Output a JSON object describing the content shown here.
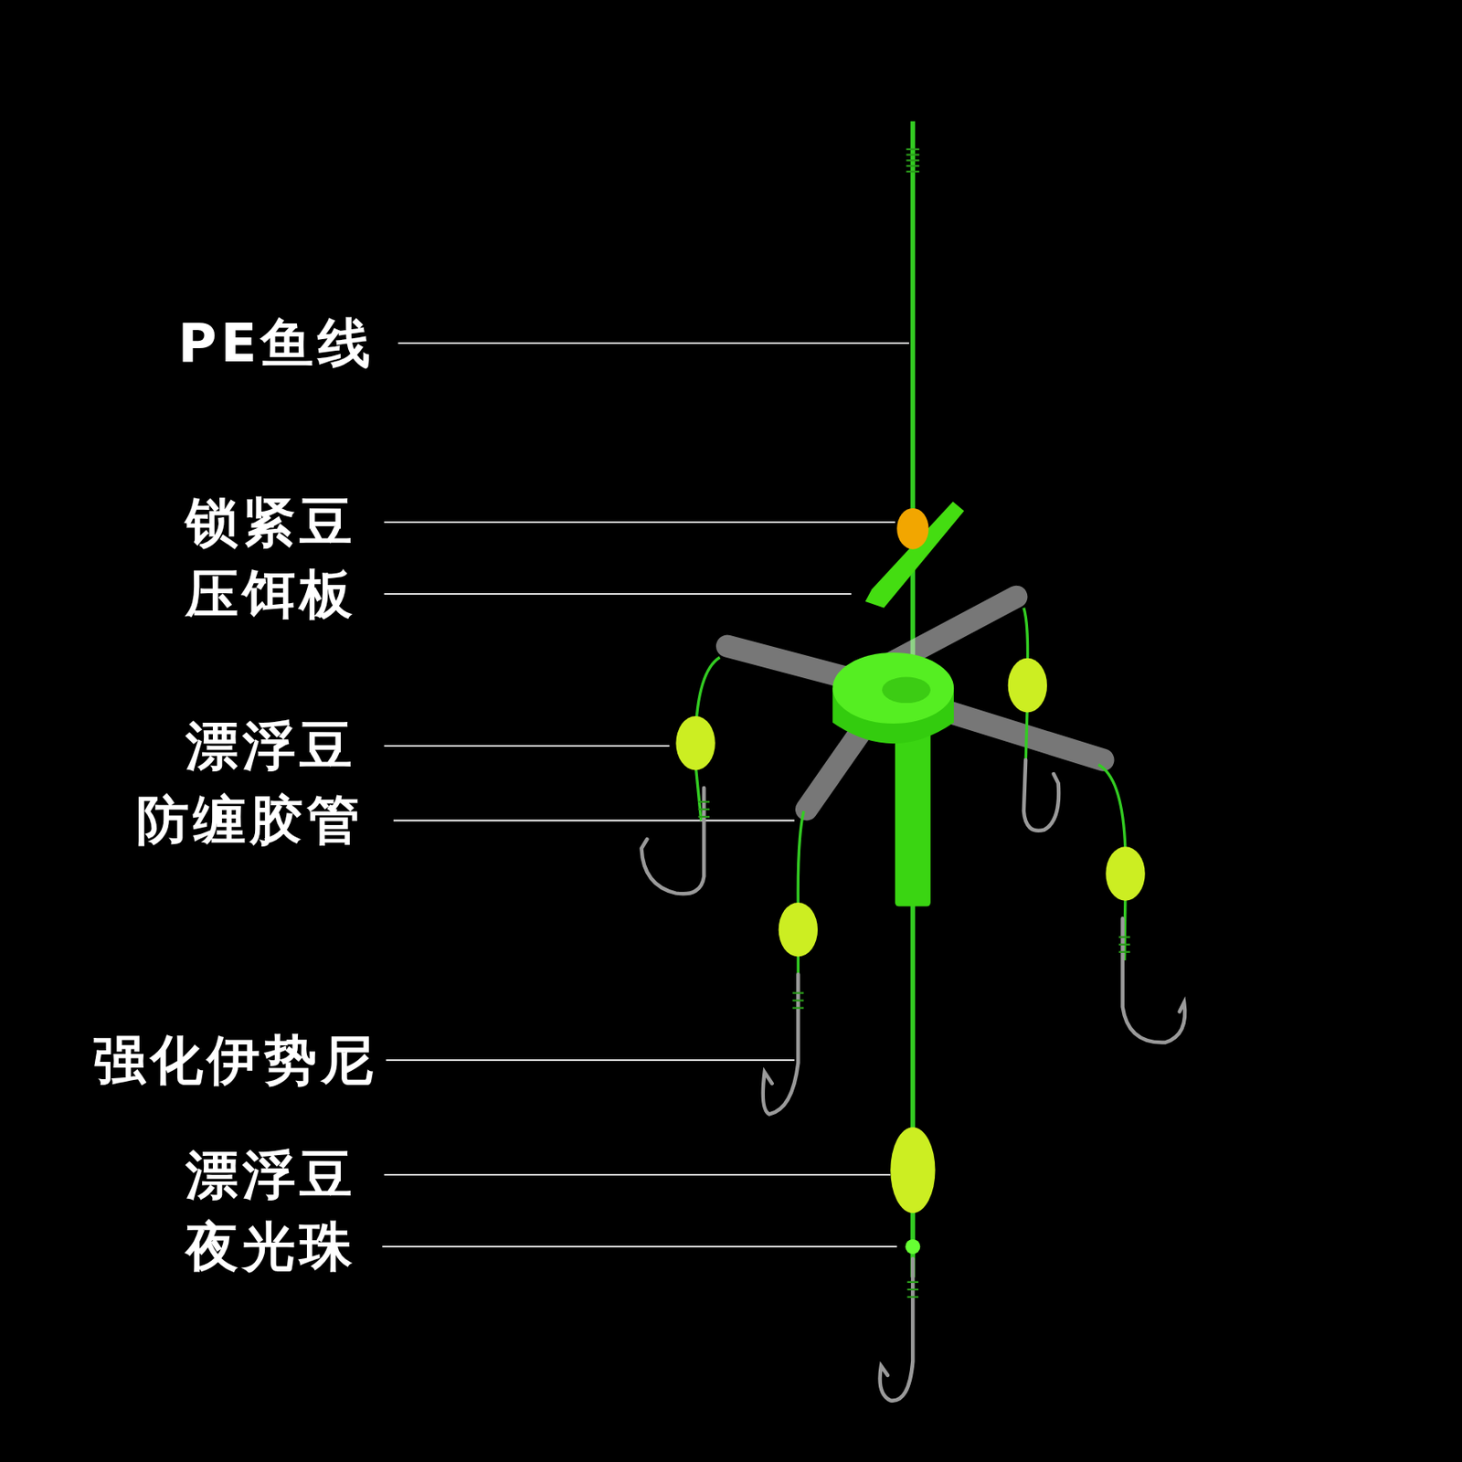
{
  "diagram": {
    "labels": [
      "PE鱼线",
      "锁紧豆",
      "压饵板",
      "漂浮豆",
      "防缠胶管",
      "强化伊势尼",
      "漂浮豆",
      "夜光珠"
    ]
  }
}
